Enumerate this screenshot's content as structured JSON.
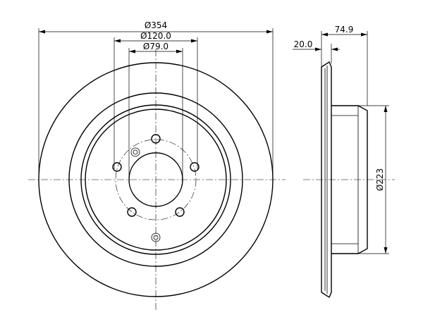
{
  "front_view": {
    "dimensions": {
      "outer_diameter": "Ø354",
      "bolt_circle_diameter": "Ø120.0",
      "center_bore_diameter": "Ø79.0"
    },
    "bolt_holes": 5,
    "small_holes": 2
  },
  "side_view": {
    "dimensions": {
      "overall_height": "74.9",
      "disc_thickness": "20.0",
      "hat_diameter": "Ø223"
    }
  }
}
